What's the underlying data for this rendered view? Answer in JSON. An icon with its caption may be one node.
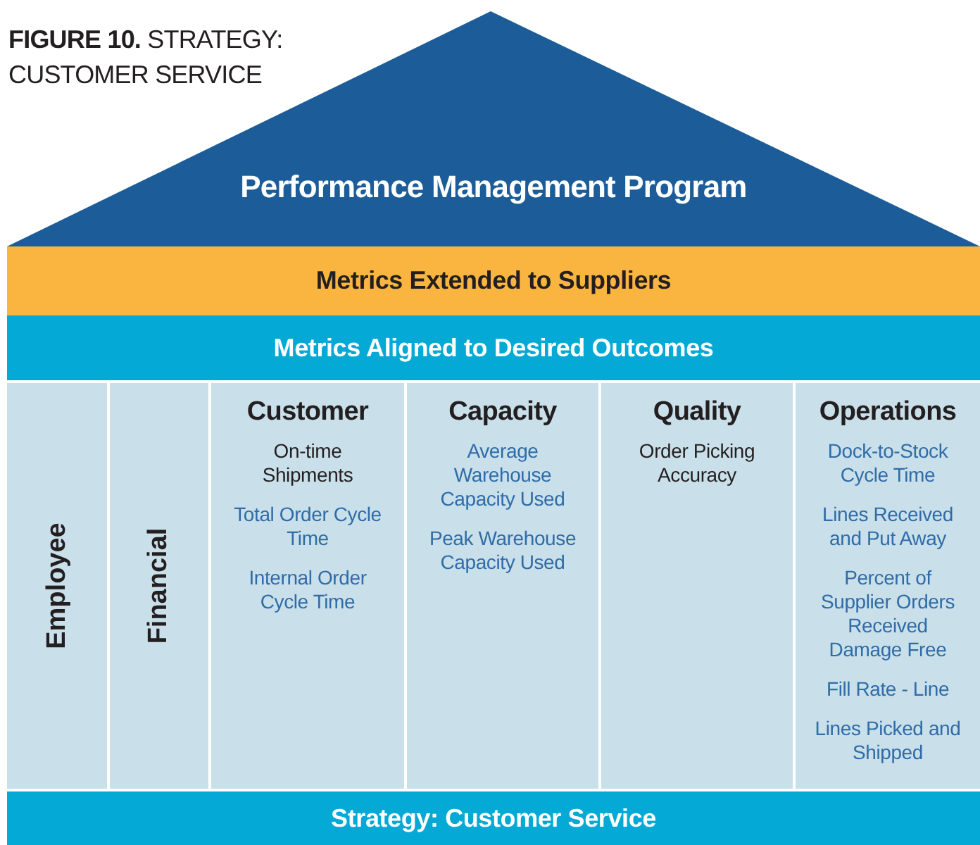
{
  "diagram": {
    "title": "**FIGURE 10.** STRATEGY: CUSTOMER SERVICE",
    "nodes": [
      {
        "text": [
          "Performance Management Program"
        ]
      },
      {
        "text": [
          "Metrics Extended to Suppliers"
        ]
      },
      {
        "text": [
          "Metrics Aligned to Desired Outcomes"
        ]
      },
      {
        "text": [
          "Employee"
        ]
      },
      {
        "text": [
          "Financial"
        ]
      },
      {
        "text": [
          "Customer",
          "On-time Shipments",
          "Total Order Cycle Time",
          "Internal Order Cycle Time"
        ]
      },
      {
        "text": [
          "Capacity",
          "Average Warehouse Capacity Used",
          "Peak Warehouse Capacity Used"
        ]
      },
      {
        "text": [
          "Quality",
          "Order Picking Accuracy"
        ]
      },
      {
        "text": [
          "Operations",
          "Dock-to-Stock Cycle Time",
          "Lines Received and Put Away",
          "Percent of Supplier Orders Received Damage Free",
          "Fill Rate - Line",
          "Lines Picked and Shipped"
        ]
      },
      {
        "text": [
          "Strategy: Customer Service"
        ]
      }
    ]
  }
}
